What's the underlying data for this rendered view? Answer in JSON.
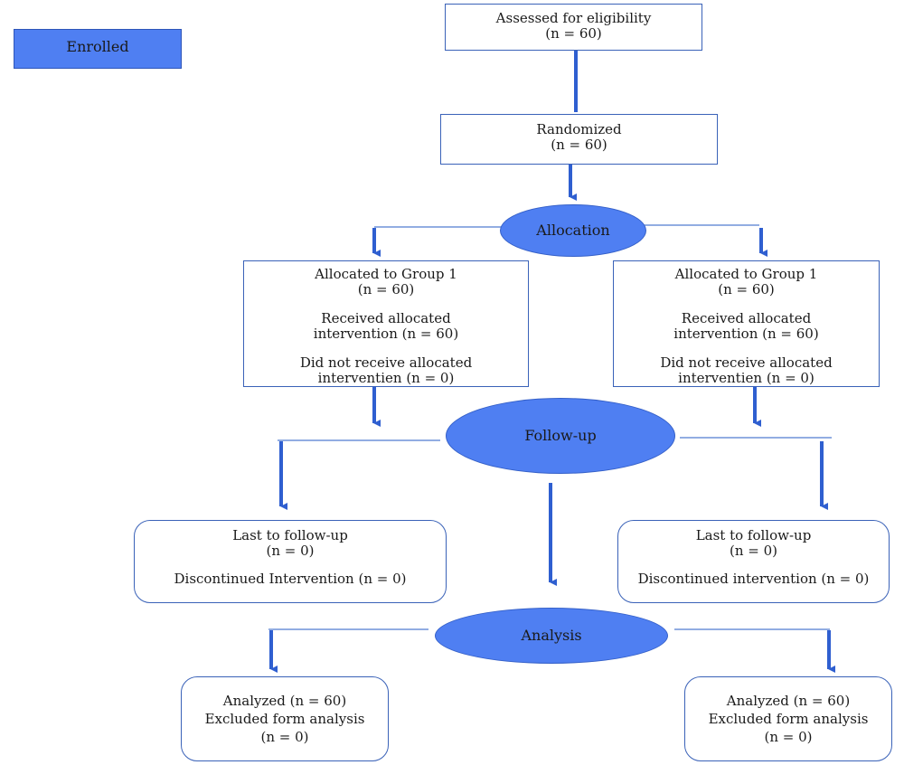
{
  "legend": {
    "label": "Enrolled"
  },
  "assessed": {
    "line1": "Assessed for eligibility",
    "line2": "(n = 60)"
  },
  "randomized": {
    "line1": "Randomized",
    "line2": "(n = 60)"
  },
  "stages": {
    "allocation": "Allocation",
    "followup": "Follow-up",
    "analysis": "Analysis"
  },
  "allocation_left": {
    "title": "Allocated to Group 1",
    "title_n": "(n = 60)",
    "received_1": "Received allocated",
    "received_2": "intervention (n = 60)",
    "not_received_1": "Did not receive allocated",
    "not_received_2": "interventien (n = 0)"
  },
  "allocation_right": {
    "title": "Allocated to Group 1",
    "title_n": "(n = 60)",
    "received_1": "Received allocated",
    "received_2": "intervention (n = 60)",
    "not_received_1": "Did not receive allocated",
    "not_received_2": "interventien (n = 0)"
  },
  "followup_left": {
    "lost": "Last to follow-up",
    "lost_n": "(n = 0)",
    "discontinued": "Discontinued Intervention (n = 0)"
  },
  "followup_right": {
    "lost": "Last to follow-up",
    "lost_n": "(n = 0)",
    "discontinued": "Discontinued intervention (n = 0)"
  },
  "analysis_left": {
    "analyzed": "Analyzed (n = 60)",
    "excluded": "Excluded form analysis",
    "excluded_n": "(n = 0)"
  },
  "analysis_right": {
    "analyzed": "Analyzed (n = 60)",
    "excluded": "Excluded form analysis",
    "excluded_n": "(n = 0)"
  },
  "colors": {
    "accent": "#4f7ff2",
    "line": "#3a62b8",
    "arrow": "#2f5fd0"
  }
}
